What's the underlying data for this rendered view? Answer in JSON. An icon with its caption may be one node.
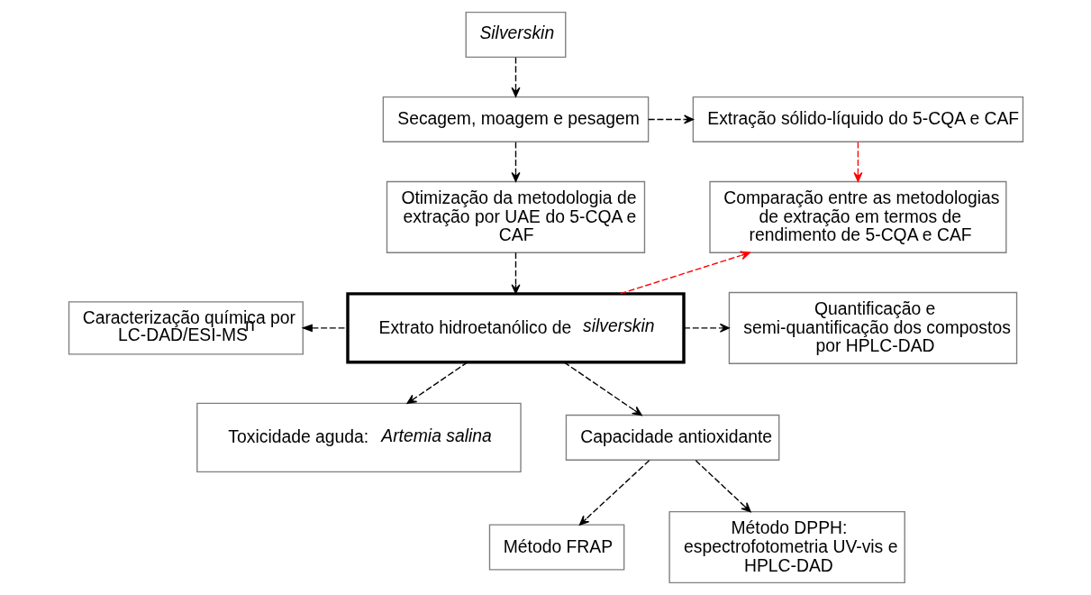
{
  "diagram": {
    "nodes": [
      {
        "text": [
          "Silverskin"
        ]
      },
      {
        "text": [
          "Secagem, moagem e pesagem"
        ]
      },
      {
        "text": [
          "Extração sólido-líquido do 5-CQA e CAF"
        ]
      },
      {
        "text": [
          "Otimização da metodologia de extração por UAE do 5-CQA e CAF"
        ]
      },
      {
        "text": [
          "Comparação entre as metodologias de extração em termos de rendimento de 5-CQA e CAF"
        ]
      },
      {
        "text": [
          "Caracterização química por LC-DAD/ESI-MS$^{n}$"
        ]
      },
      {
        "text": [
          "Extrato hidroetanólico de *silverskin*"
        ]
      },
      {
        "text": [
          "Quantificação e semi-quantificação dos compostos por HPLC-DAD"
        ]
      },
      {
        "text": [
          "Toxicidade aguda: *Artemia salina*"
        ]
      },
      {
        "text": [
          "Capacidade antioxidante"
        ]
      },
      {
        "text": [
          "Método FRAP"
        ]
      },
      {
        "text": [
          "Método DPPH: espectrofotometria UV-vis e HPLC-DAD"
        ]
      }
    ],
    "edges": [
      {
        "from": 0,
        "to": 1,
        "arrow": "to",
        "style": "dashed"
      },
      {
        "from": 1,
        "to": 2,
        "arrow": "to",
        "style": "dashed"
      },
      {
        "from": 1,
        "to": 3,
        "arrow": "to",
        "style": "dashed"
      },
      {
        "from": 2,
        "to": 4,
        "arrow": "to",
        "style": "dashed",
        "color": "#ff0000"
      },
      {
        "from": 3,
        "to": 6,
        "arrow": "to",
        "style": "dashed"
      },
      {
        "from": 6,
        "to": 4,
        "arrow": "to",
        "style": "dashed",
        "color": "#ff0000"
      },
      {
        "from": 6,
        "to": 5,
        "arrow": "to",
        "style": "dashed"
      },
      {
        "from": 6,
        "to": 7,
        "arrow": "to",
        "style": "dashed"
      },
      {
        "from": 6,
        "to": 8,
        "arrow": "to",
        "style": "dashed"
      },
      {
        "from": 6,
        "to": 9,
        "arrow": "to",
        "style": "dashed"
      },
      {
        "from": 9,
        "to": 10,
        "arrow": "to",
        "style": "dashed"
      },
      {
        "from": 9,
        "to": 11,
        "arrow": "to",
        "style": "dashed"
      }
    ]
  }
}
